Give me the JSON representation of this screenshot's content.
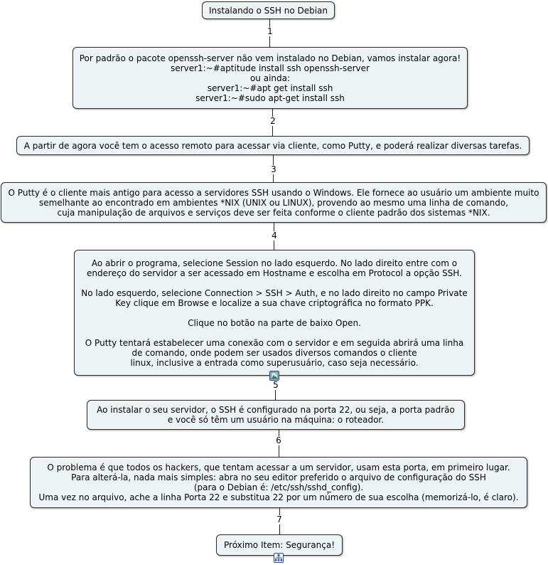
{
  "nodes": {
    "title": {
      "lines": [
        "Instalando o SSH no Debian"
      ]
    },
    "n1": {
      "lines": [
        "Por padrão o pacote openssh-server não vem instalado no Debian, vamos instalar agora!",
        "server1:~#aptitude install ssh openssh-server",
        "ou ainda:",
        "server1:~#apt get install ssh",
        "server1:~#sudo apt-get install ssh"
      ]
    },
    "n2": {
      "lines": [
        "A partir de agora você tem o acesso remoto para acessar via cliente, como Putty, e poderá realizar diversas tarefas."
      ]
    },
    "n3": {
      "lines": [
        "O Putty é o cliente mais antigo para acesso a servidores SSH usando o Windows. Ele fornece ao usuário um ambiente muito",
        "semelhante ao encontrado em ambientes *NIX (UNIX ou LINUX), provendo ao mesmo uma linha de comando,",
        "cuja manipulação de arquivos e serviços deve ser feita conforme o cliente padrão dos sistemas *NIX."
      ]
    },
    "n4": {
      "lines": [
        "Ao abrir o programa, selecione Session no lado esquerdo. No lado direito entre com o",
        "endereço do servidor a ser acessado em Hostname e escolha em Protocol a opção SSH.",
        "",
        "No lado esquerdo, selecione Connection > SSH > Auth, e no lado direito no campo Private",
        "Key clique em Browse e localize a sua chave criptográfica no formato PPK.",
        "",
        "Clique no botão na parte de baixo Open.",
        "",
        "O Putty tentará estabelecer uma conexão com o servidor e em seguida abrirá uma linha",
        "de comando, onde podem ser usados diversos comandos o cliente",
        "linux, inclusive a entrada como superusuário, caso seja necessário."
      ]
    },
    "n5": {
      "lines": [
        "Ao instalar o seu servidor, o SSH é configurado na porta 22, ou seja, a porta padrão",
        "e você só têm um usuário na máquina: o roteador."
      ]
    },
    "n6": {
      "lines": [
        "O problema é que todos os hackers, que tentam acessar a um servidor, usam esta porta, em primeiro lugar.",
        "Para alterá-la, nada mais simples: abra no seu editor preferido o arquivo de configuração do SSH",
        "(para o Debian é: /etc/ssh/sshd_config).",
        "Uma vez no arquivo, ache a linha Porta 22 e substitua 22 por um número de sua escolha (memorizá-lo, é claro)."
      ]
    },
    "n7": {
      "lines": [
        "Próximo Item: Segurança!"
      ]
    }
  },
  "links": [
    "1",
    "2",
    "3",
    "4",
    "5",
    "6",
    "7"
  ],
  "icons": {
    "image": "image-icon",
    "submap": "sitemap-icon"
  },
  "colors": {
    "node_fill": "#eef3f5",
    "node_border": "#2b2b2b",
    "icon_border": "#1f4f9a"
  }
}
